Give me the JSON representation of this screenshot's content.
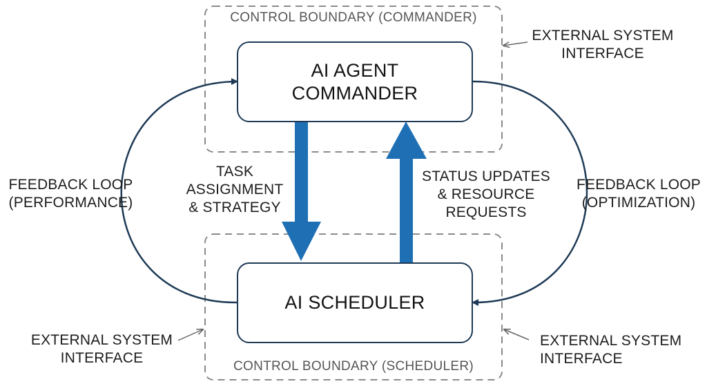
{
  "boundaries": {
    "commander_title": "CONTROL BOUNDARY (COMMANDER)",
    "scheduler_title": "CONTROL BOUNDARY (SCHEDULER)"
  },
  "nodes": {
    "commander": "AI AGENT\nCOMMANDER",
    "scheduler": "AI SCHEDULER"
  },
  "flows": {
    "down_label": "TASK\nASSIGNMENT\n& STRATEGY",
    "up_label": "STATUS UPDATES\n& RESOURCE\nREQUESTS"
  },
  "feedback": {
    "left": "FEEDBACK LOOP\n(PERFORMANCE)",
    "right": "FEEDBACK LOOP\n(OPTIMIZATION)"
  },
  "interfaces": {
    "top_right": "EXTERNAL SYSTEM\nINTERFACE",
    "bottom_left": "EXTERNAL SYSTEM\nINTERFACE",
    "bottom_right": "EXTERNAL SYSTEM\nINTERFACE"
  },
  "colors": {
    "main_arrow": "#1f6fb4",
    "loop_arrow": "#1e3a56",
    "boundary": "#8a8a8a"
  }
}
